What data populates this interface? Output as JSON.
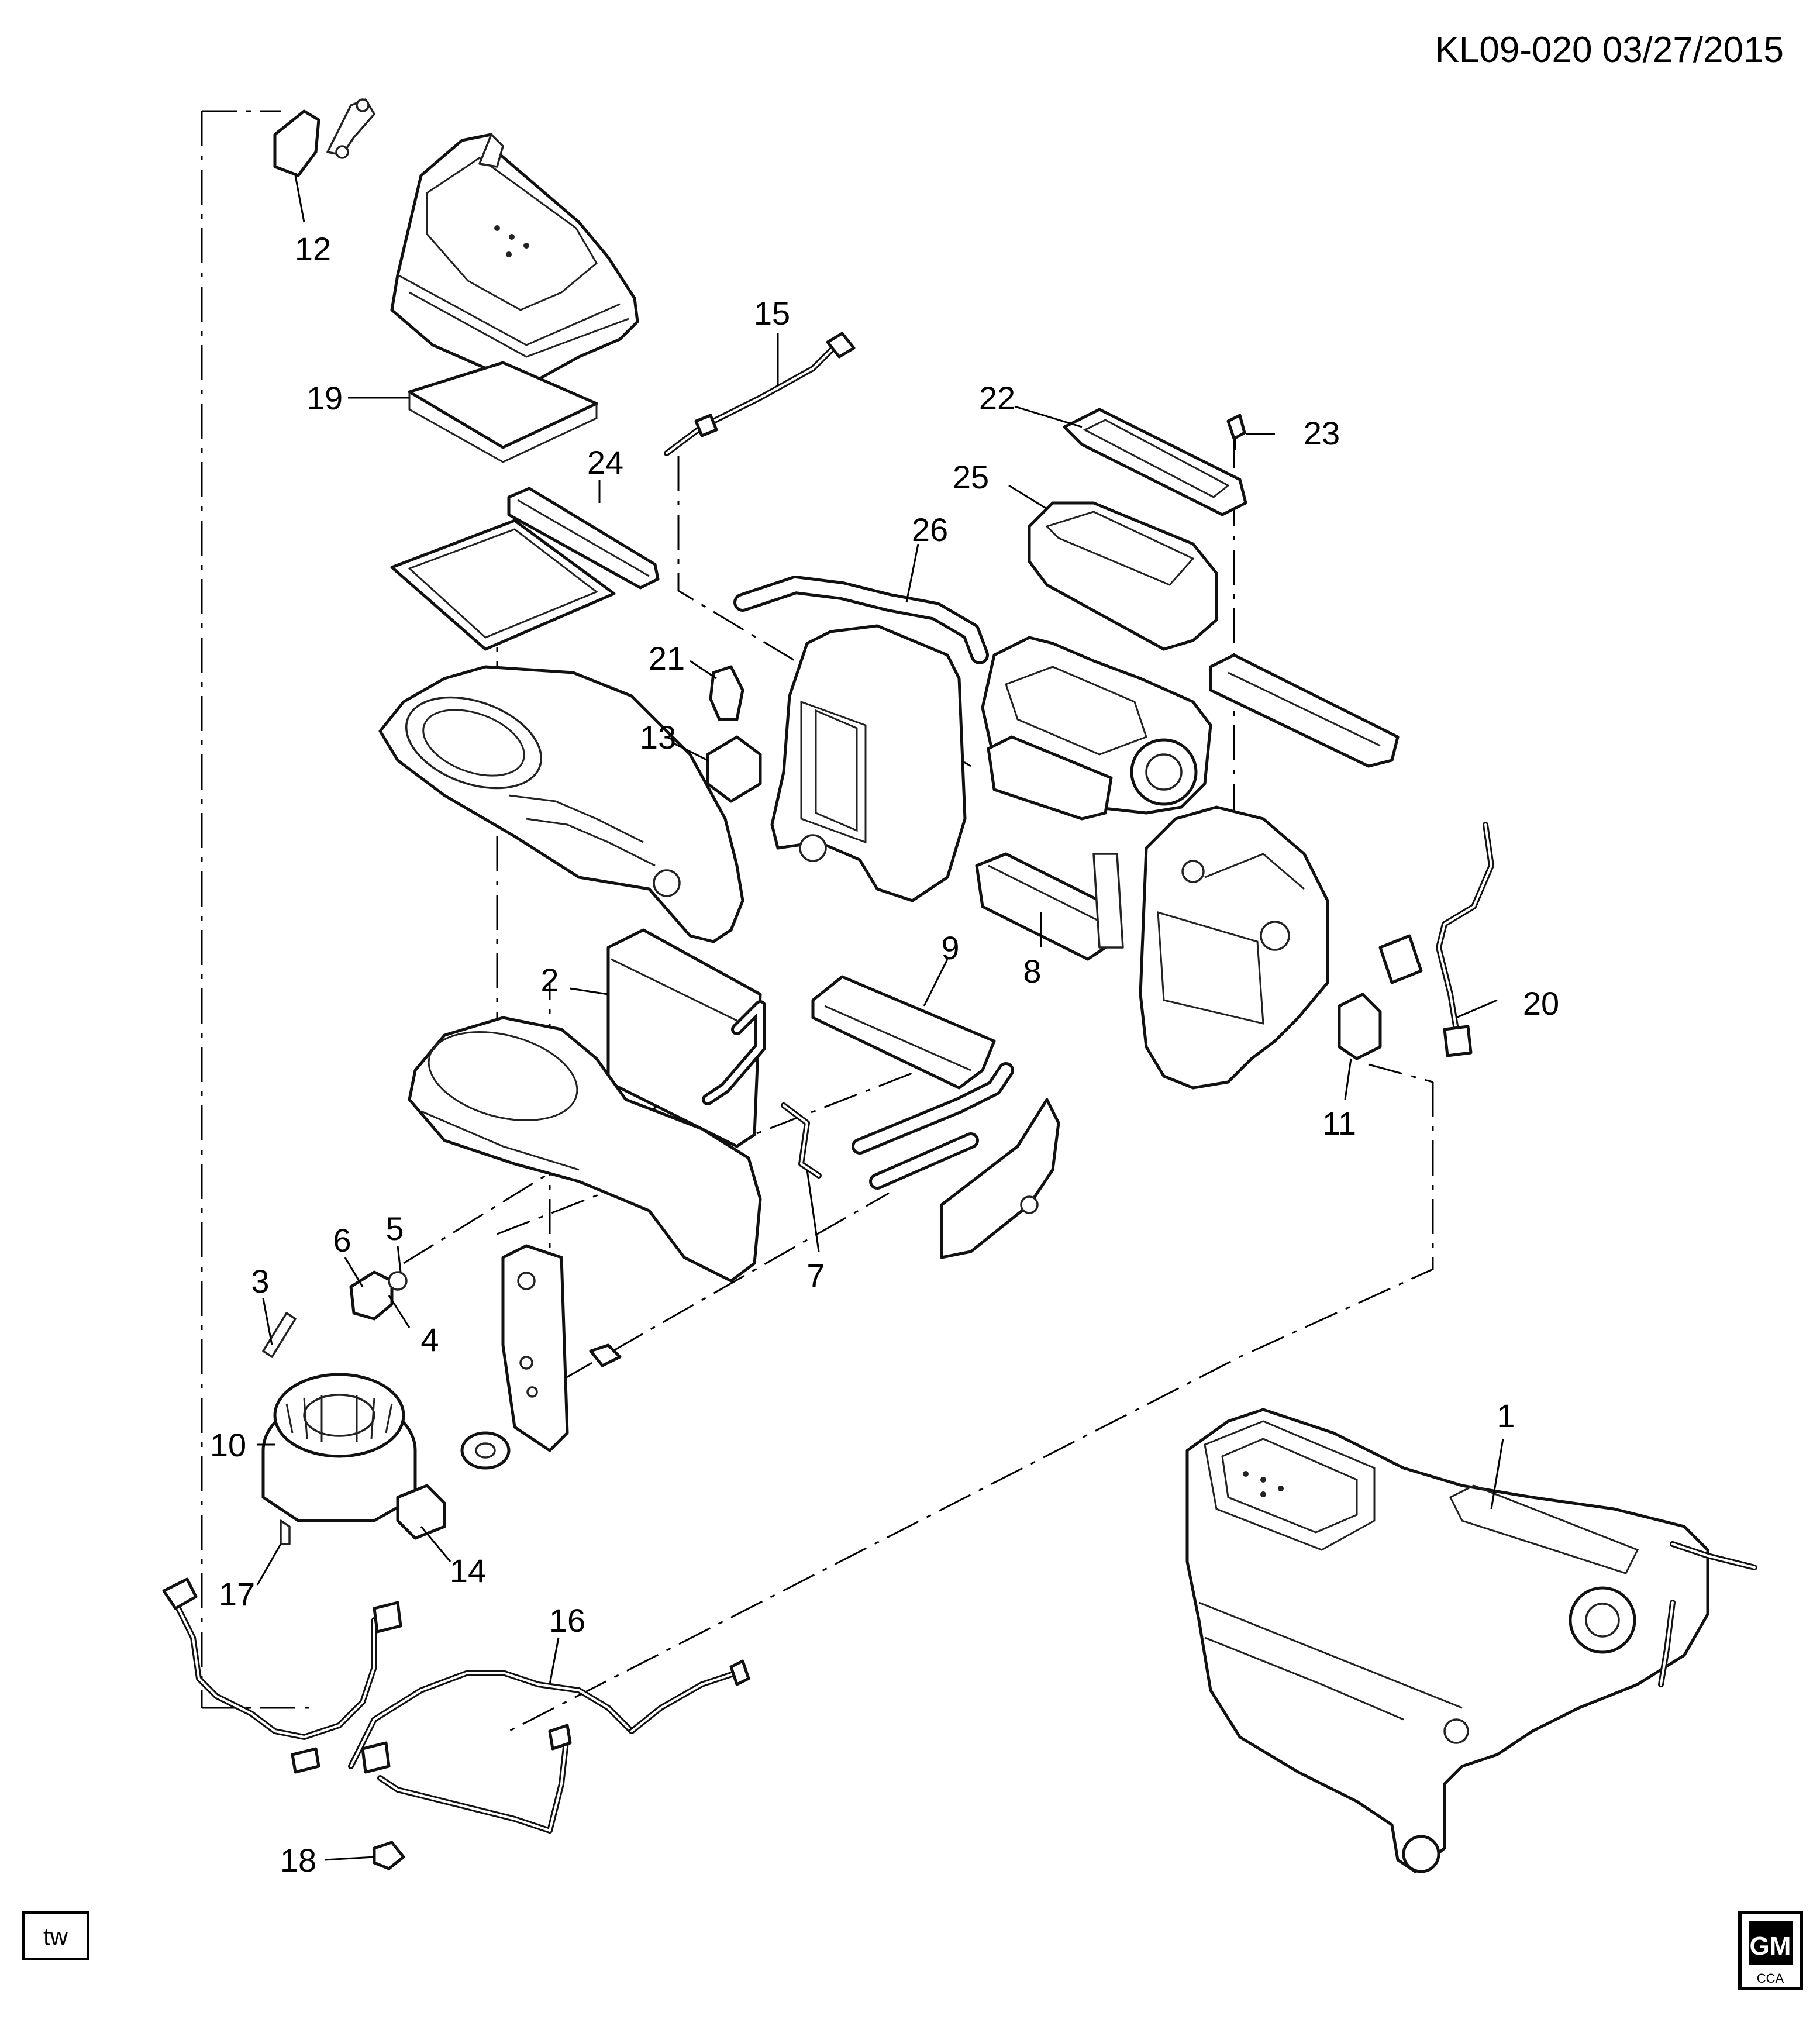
{
  "header": {
    "code": "KL09-020  03/27/2015"
  },
  "callouts": [
    {
      "id": "1",
      "text": "1"
    },
    {
      "id": "2",
      "text": "2"
    },
    {
      "id": "3",
      "text": "3"
    },
    {
      "id": "4",
      "text": "4"
    },
    {
      "id": "5",
      "text": "5"
    },
    {
      "id": "6",
      "text": "6"
    },
    {
      "id": "7",
      "text": "7"
    },
    {
      "id": "8",
      "text": "8"
    },
    {
      "id": "9",
      "text": "9"
    },
    {
      "id": "10",
      "text": "10"
    },
    {
      "id": "11",
      "text": "11"
    },
    {
      "id": "12",
      "text": "12"
    },
    {
      "id": "13",
      "text": "13"
    },
    {
      "id": "14",
      "text": "14"
    },
    {
      "id": "15",
      "text": "15"
    },
    {
      "id": "16",
      "text": "16"
    },
    {
      "id": "17",
      "text": "17"
    },
    {
      "id": "18",
      "text": "18"
    },
    {
      "id": "19",
      "text": "19"
    },
    {
      "id": "20",
      "text": "20"
    },
    {
      "id": "21",
      "text": "21"
    },
    {
      "id": "22",
      "text": "22"
    },
    {
      "id": "23",
      "text": "23"
    },
    {
      "id": "24",
      "text": "24"
    },
    {
      "id": "25",
      "text": "25"
    },
    {
      "id": "26",
      "text": "26"
    }
  ],
  "footer": {
    "tw_badge": "tw",
    "gm_logo_text": "GM",
    "gm_logo_sub": "CCA"
  }
}
